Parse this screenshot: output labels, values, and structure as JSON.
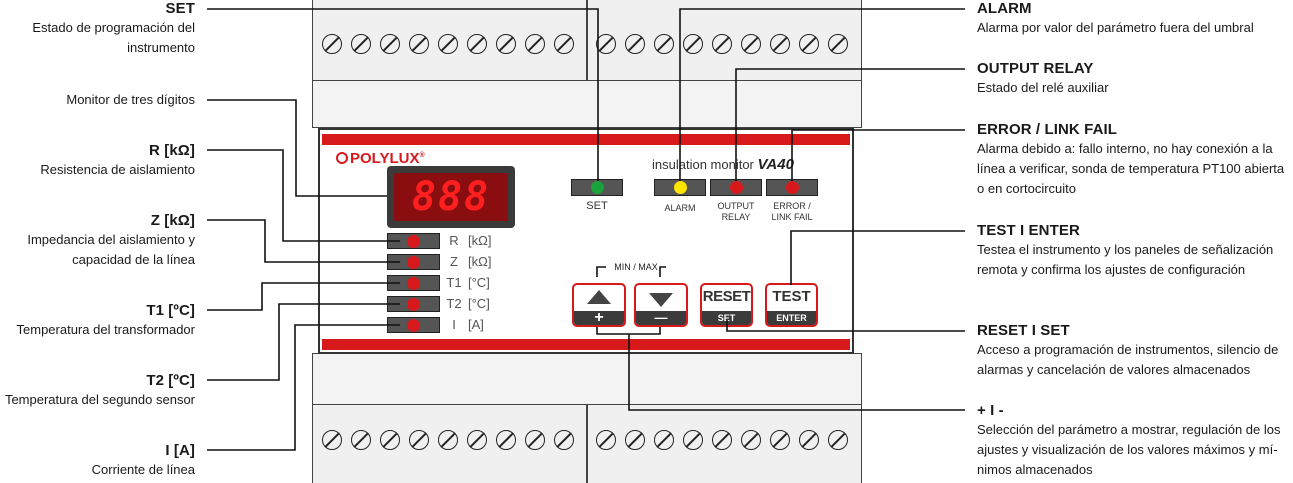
{
  "device": {
    "brand": "POLYLUX",
    "brand_mark": "®",
    "model_prefix": "insulation monitor",
    "model": "VA40",
    "display": "888",
    "led_set": "SET",
    "led_alarm": "ALARM",
    "led_output": [
      "OUTPUT",
      "RELAY"
    ],
    "led_error": [
      "ERROR /",
      "LINK FAIL"
    ],
    "param_rows": [
      {
        "name": "R",
        "unit": "[kΩ]"
      },
      {
        "name": "Z",
        "unit": "[kΩ]"
      },
      {
        "name": "T1",
        "unit": "[°C]"
      },
      {
        "name": "T2",
        "unit": "[°C]"
      },
      {
        "name": "I",
        "unit": "[A]"
      }
    ],
    "minmax": "MIN / MAX",
    "btn_up_sub": "+",
    "btn_down_sub": "—",
    "btn_reset": "RESET",
    "btn_reset_sub": "SET",
    "btn_test": "TEST",
    "btn_test_sub": "ENTER",
    "colors": {
      "red": "#d7191c",
      "green": "#1aa33a",
      "yellow": "#ffe400",
      "panel_grey": "#f2f2f2",
      "display_bg": "#3a3a3a"
    }
  },
  "callouts_left": [
    {
      "title": "SET",
      "desc": [
        "Estado de programación del",
        "instrumento"
      ]
    },
    {
      "title": "",
      "desc": [
        "Monitor de tres dígitos"
      ]
    },
    {
      "title": "R [kΩ]",
      "desc": [
        "Resistencia de aislamiento"
      ]
    },
    {
      "title": "Z [kΩ]",
      "desc": [
        "Impedancia del aislamiento y",
        "capacidad de la línea"
      ]
    },
    {
      "title": "T1 [ºC]",
      "desc": [
        "Temperatura del transformador"
      ]
    },
    {
      "title": "T2 [ºC]",
      "desc": [
        "Temperatura del segundo sensor"
      ]
    },
    {
      "title": "I [A]",
      "desc": [
        "Corriente de línea"
      ]
    }
  ],
  "callouts_right": [
    {
      "title": "ALARM",
      "desc": [
        "Alarma por valor del parámetro fuera del umbral"
      ]
    },
    {
      "title": "OUTPUT RELAY",
      "desc": [
        "Estado del relé auxiliar"
      ]
    },
    {
      "title": "ERROR / LINK FAIL",
      "desc": [
        "Alarma debido a: fallo interno, no hay conexión a la",
        "línea a verificar, sonda de temperatura PT100 abierta",
        "o en cortocircuito"
      ]
    },
    {
      "title": "TEST I ENTER",
      "desc": [
        "Testea el instrumento y los paneles de señalización",
        "remota y confirma los ajustes de configuración"
      ]
    },
    {
      "title": "RESET I SET",
      "desc": [
        "Acceso a programación de instrumentos, silencio de",
        "alarmas y cancelación de valores almacenados"
      ]
    },
    {
      "title": "+ I -",
      "desc": [
        "Selección del parámetro a mostrar, regulación de los",
        "ajustes y visualización de los valores máximos y mí-",
        "nimos almacenados"
      ]
    }
  ]
}
